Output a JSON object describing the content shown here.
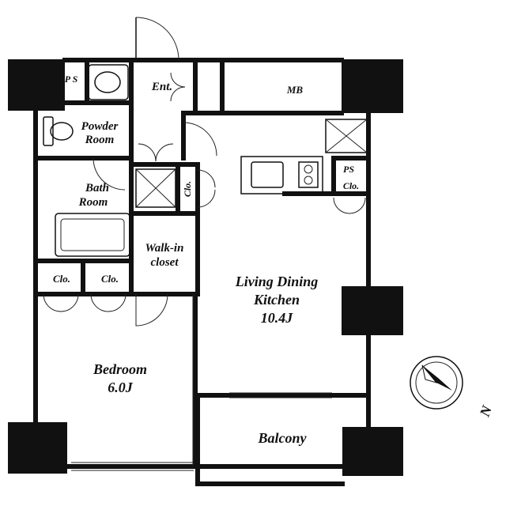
{
  "rooms": {
    "ps_top": "P S",
    "powder_room": [
      "Powder",
      "Room"
    ],
    "entrance": "Ent.",
    "mb": "MB",
    "bath_room": [
      "Bath",
      "Room"
    ],
    "closet_vertical": "Clo.",
    "ps_kitchen": "PS",
    "clo_kitchen": "Clo.",
    "walk_in_closet": [
      "Walk-in",
      "closet"
    ],
    "clo_left": "Clo.",
    "clo_mid": "Clo.",
    "ldk": [
      "Living Dining",
      "Kitchen",
      "10.4J"
    ],
    "bedroom": [
      "Bedroom",
      "6.0J"
    ],
    "balcony": "Balcony"
  },
  "compass": {
    "north_label": "N"
  }
}
